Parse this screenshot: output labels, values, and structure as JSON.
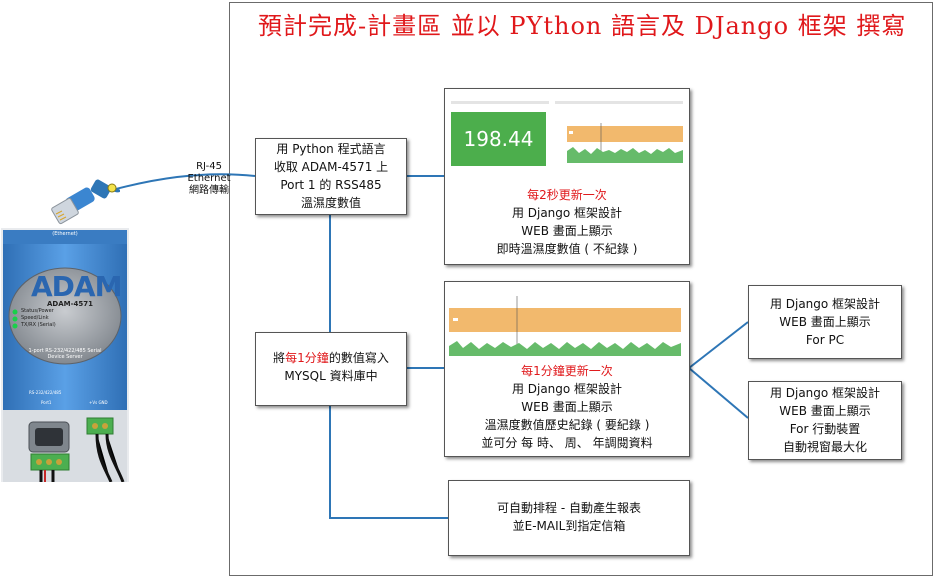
{
  "title": "預計完成-計畫區 並以 PYthon 語言及 DJango 框架 撰寫",
  "network_label": [
    "RJ-45",
    "Ethernet",
    "網路傳輸"
  ],
  "device": {
    "brand": "ADAM",
    "model": "ADAM-4571",
    "top_label": "(Ethernet)",
    "leds": [
      "Status/Power",
      "Speed/Link",
      "TX/RX (Serial)"
    ],
    "caption": [
      "1-port RS-232/422/485 Serial",
      "Device Server"
    ],
    "port_labels": [
      "RS-232/422/485",
      "Port1",
      "+Vs GND"
    ]
  },
  "python_box": [
    "用 Python 程式語言",
    "收取 ADAM-4571 上",
    "Port 1 的 RSS485",
    "溫濕度數值"
  ],
  "mysql_box": {
    "pre": "將",
    "highlight": "每1分鐘",
    "post": "的數值寫入",
    "line2": "MYSQL 資料庫中"
  },
  "realtime_box": {
    "value": "198.44",
    "highlight": "每2秒更新一次",
    "lines": [
      "用 Django 框架設計",
      "WEB 畫面上顯示",
      "即時溫濕度數值 ( 不紀錄 )"
    ]
  },
  "history_box": {
    "highlight": "每1分鐘更新一次",
    "lines": [
      "用 Django 框架設計",
      "WEB 畫面上顯示",
      "溫濕度數值歷史紀錄 ( 要紀錄 )",
      "並可分 每 時、 周、 年調閱資料"
    ]
  },
  "pc_box": [
    "用 Django 框架設計",
    "WEB 畫面上顯示",
    "For PC"
  ],
  "mobile_box": [
    "用 Django 框架設計",
    "WEB 畫面上顯示",
    "For 行動裝置",
    "自動視窗最大化"
  ],
  "report_box": [
    "可自動排程 - 自動產生報表",
    "並E-MAIL到指定信箱"
  ],
  "colors": {
    "title": "#e0181b",
    "connector": "#2e76b6",
    "value_tile": "#4cae4c",
    "band": "#f2b96d",
    "area": "#66bb6a",
    "device_body": "#4a8fd6",
    "device_steel": "#b0b4ba"
  }
}
